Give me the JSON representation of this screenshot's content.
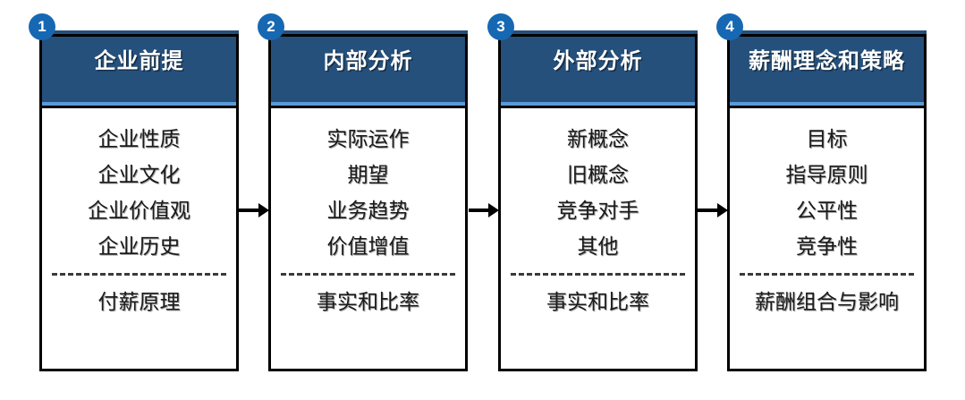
{
  "diagram": {
    "columns": [
      {
        "badge": "1",
        "title": "企业前提",
        "items": [
          "企业性质",
          "企业文化",
          "企业价值观",
          "企业历史"
        ],
        "footer": "付薪原理"
      },
      {
        "badge": "2",
        "title": "内部分析",
        "items": [
          "实际运作",
          "期望",
          "业务趋势",
          "价值增值"
        ],
        "footer": "事实和比率"
      },
      {
        "badge": "3",
        "title": "外部分析",
        "items": [
          "新概念",
          "旧概念",
          "竞争对手",
          "其他"
        ],
        "footer": "事实和比率"
      },
      {
        "badge": "4",
        "title": "薪酬理念和策略",
        "items": [
          "目标",
          "指导原则",
          "公平性",
          "竞争性"
        ],
        "footer": "薪酬组合与影响"
      }
    ],
    "colors": {
      "header_fill": "#25507c",
      "header_accent": "#5b9bd5",
      "badge_fill": "#1668b3",
      "outline": "#000000",
      "text": "#1a1a1a",
      "background": "#ffffff"
    }
  }
}
